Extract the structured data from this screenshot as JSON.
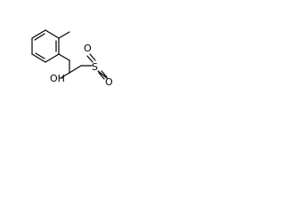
{
  "molecule": {
    "atoms": {
      "hydroxyl": "OH",
      "sulfur": "S",
      "oxygen_a": "O",
      "oxygen_b": "O"
    }
  },
  "colors": {
    "bond": "#000000",
    "label": "#000000",
    "background": "#ffffff"
  }
}
